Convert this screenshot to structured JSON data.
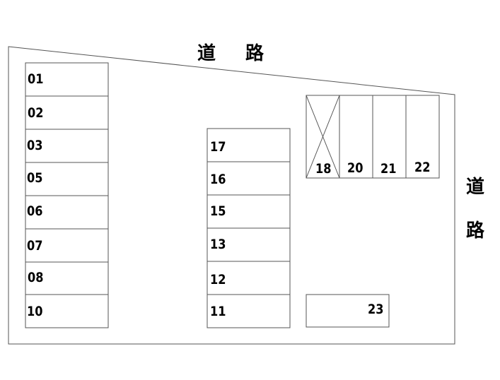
{
  "roads": {
    "top": {
      "char1": "道",
      "char2": "路"
    },
    "right": {
      "char1": "道",
      "char2": "路"
    }
  },
  "spaces": {
    "s01": "01",
    "s02": "02",
    "s03": "03",
    "s05": "05",
    "s06": "06",
    "s07": "07",
    "s08": "08",
    "s10": "10",
    "s17": "17",
    "s16": "16",
    "s15": "15",
    "s13": "13",
    "s12": "12",
    "s11": "11",
    "s18": "18",
    "s20": "20",
    "s21": "21",
    "s22": "22",
    "s23": "23"
  },
  "colors": {
    "line": "#555555",
    "text": "#000000",
    "background": "#ffffff"
  }
}
